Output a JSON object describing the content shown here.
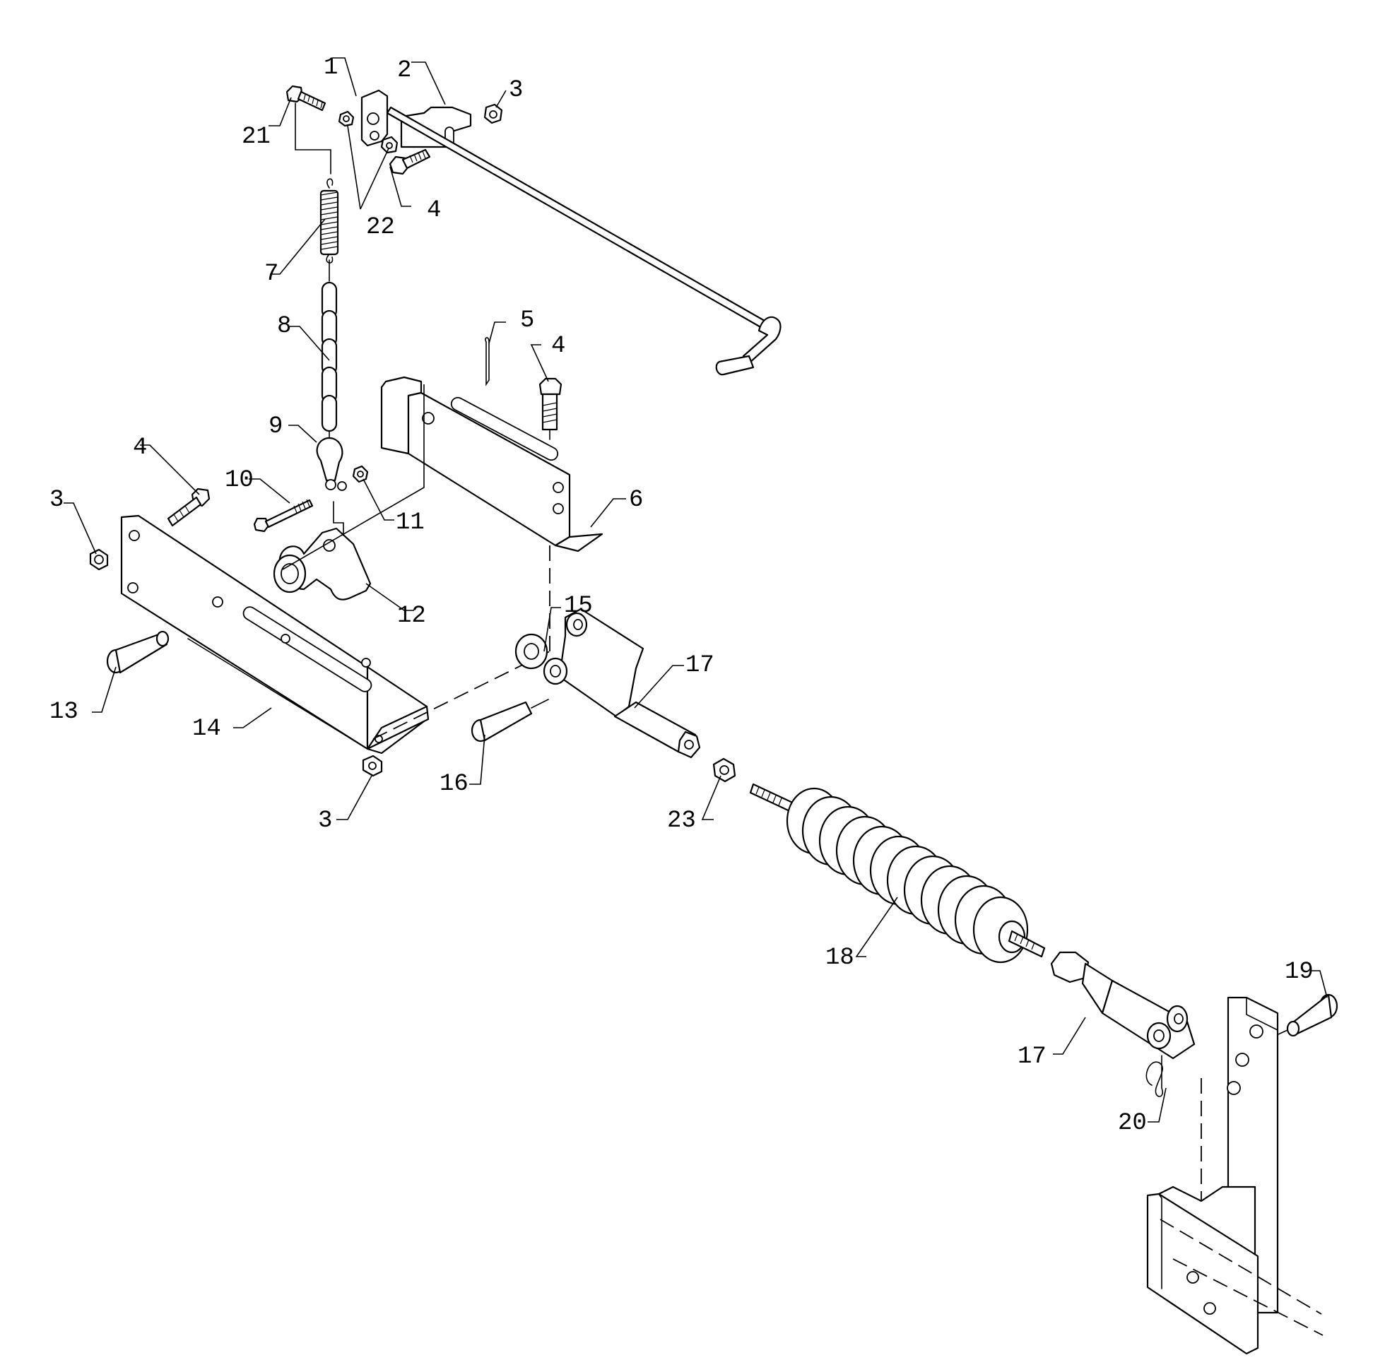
{
  "callouts": [
    {
      "id": "c1",
      "text": "1"
    },
    {
      "id": "c2",
      "text": "2"
    },
    {
      "id": "c3a",
      "text": "3"
    },
    {
      "id": "c21",
      "text": "21"
    },
    {
      "id": "c22",
      "text": "22"
    },
    {
      "id": "c4a",
      "text": "4"
    },
    {
      "id": "c7",
      "text": "7"
    },
    {
      "id": "c8",
      "text": "8"
    },
    {
      "id": "c5",
      "text": "5"
    },
    {
      "id": "c4b",
      "text": "4"
    },
    {
      "id": "c9",
      "text": "9"
    },
    {
      "id": "c4c",
      "text": "4"
    },
    {
      "id": "c3b",
      "text": "3"
    },
    {
      "id": "c10",
      "text": "10"
    },
    {
      "id": "c11",
      "text": "11"
    },
    {
      "id": "c6",
      "text": "6"
    },
    {
      "id": "c12",
      "text": "12"
    },
    {
      "id": "c15",
      "text": "15"
    },
    {
      "id": "c17a",
      "text": "17"
    },
    {
      "id": "c13",
      "text": "13"
    },
    {
      "id": "c14",
      "text": "14"
    },
    {
      "id": "c16",
      "text": "16"
    },
    {
      "id": "c23",
      "text": "23"
    },
    {
      "id": "c3c",
      "text": "3"
    },
    {
      "id": "c18",
      "text": "18"
    },
    {
      "id": "c19",
      "text": "19"
    },
    {
      "id": "c17b",
      "text": "17"
    },
    {
      "id": "c20",
      "text": "20"
    }
  ]
}
